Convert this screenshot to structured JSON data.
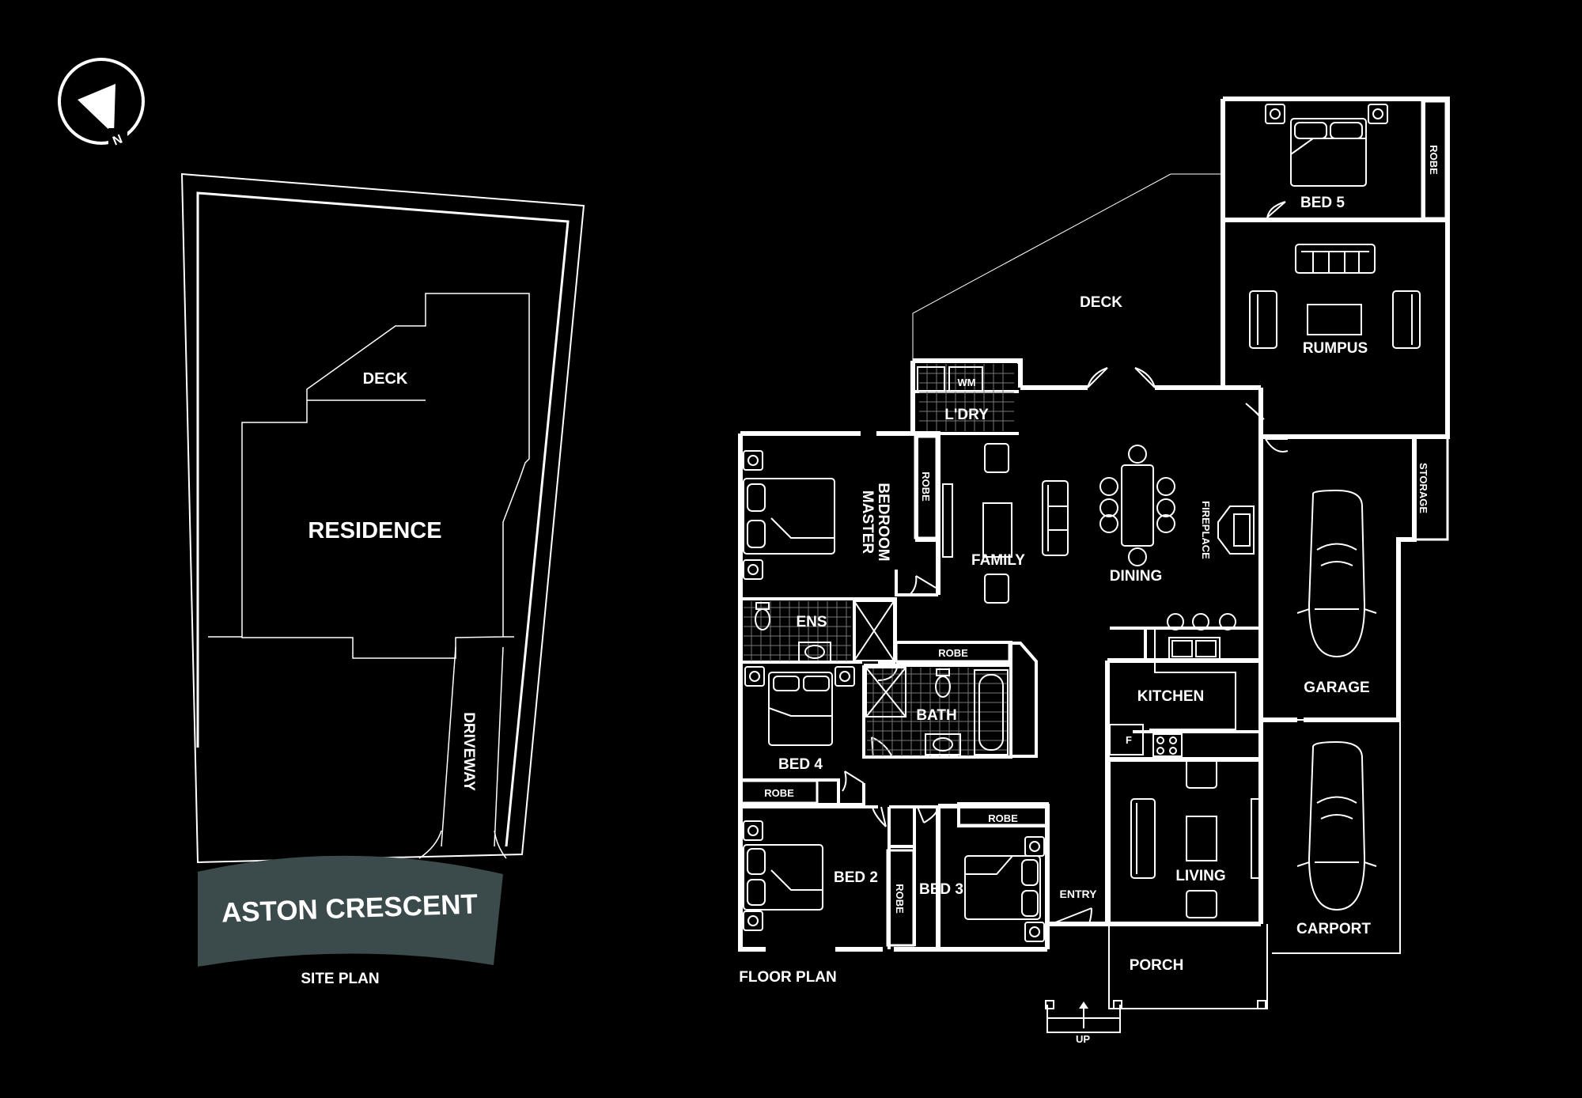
{
  "site_plan": {
    "caption": "SITE PLAN",
    "residence_label": "RESIDENCE",
    "deck_label": "DECK",
    "driveway_label": "DRIVEWAY",
    "street_name": "ASTON CRESCENT",
    "street_color": "#3b4a4a"
  },
  "compass": {
    "north_letter": "N"
  },
  "floor_plan": {
    "caption": "FLOOR PLAN",
    "rooms": {
      "bed5": "BED 5",
      "robe_bed5": "ROBE",
      "rumpus": "RUMPUS",
      "deck": "DECK",
      "wm": "WM",
      "laundry": "L'DRY",
      "master_line1": "MASTER",
      "master_line2": "BEDROOM",
      "robe_master": "ROBE",
      "family": "FAMILY",
      "dining": "DINING",
      "fireplace": "FIREPLACE",
      "storage": "STORAGE",
      "garage": "GARAGE",
      "ens": "ENS",
      "robe_hall": "ROBE",
      "bath": "BATH",
      "kitchen": "KITCHEN",
      "fridge": "F",
      "bed4": "BED 4",
      "robe_bed4": "ROBE",
      "robe_bed3": "ROBE",
      "bed2": "BED 2",
      "robe_bed2": "ROBE",
      "bed3": "BED 3",
      "entry": "ENTRY",
      "living": "LIVING",
      "carport": "CARPORT",
      "porch": "PORCH",
      "up": "UP"
    }
  }
}
